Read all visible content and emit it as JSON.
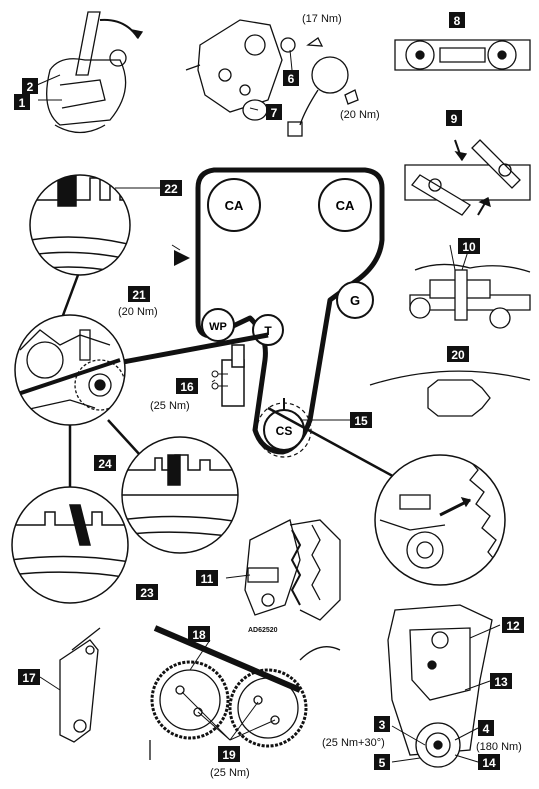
{
  "figure_code": "AD62520",
  "pulleys": [
    {
      "label": "CA"
    },
    {
      "label": "CA"
    },
    {
      "label": "G"
    },
    {
      "label": "WP"
    },
    {
      "label": "T"
    },
    {
      "label": "CS"
    }
  ],
  "callouts": [
    "1",
    "2",
    "3",
    "4",
    "5",
    "6",
    "7",
    "8",
    "9",
    "10",
    "11",
    "12",
    "13",
    "14",
    "15",
    "16",
    "17",
    "18",
    "19",
    "20",
    "21",
    "22",
    "23",
    "24"
  ],
  "torques": {
    "t6": "(17 Nm)",
    "t6b": "(20 Nm)",
    "t21": "(20 Nm)",
    "t16": "(25 Nm)",
    "t3": "(25 Nm+30°)",
    "t4": "(180 Nm)",
    "t19": "(25 Nm)"
  }
}
